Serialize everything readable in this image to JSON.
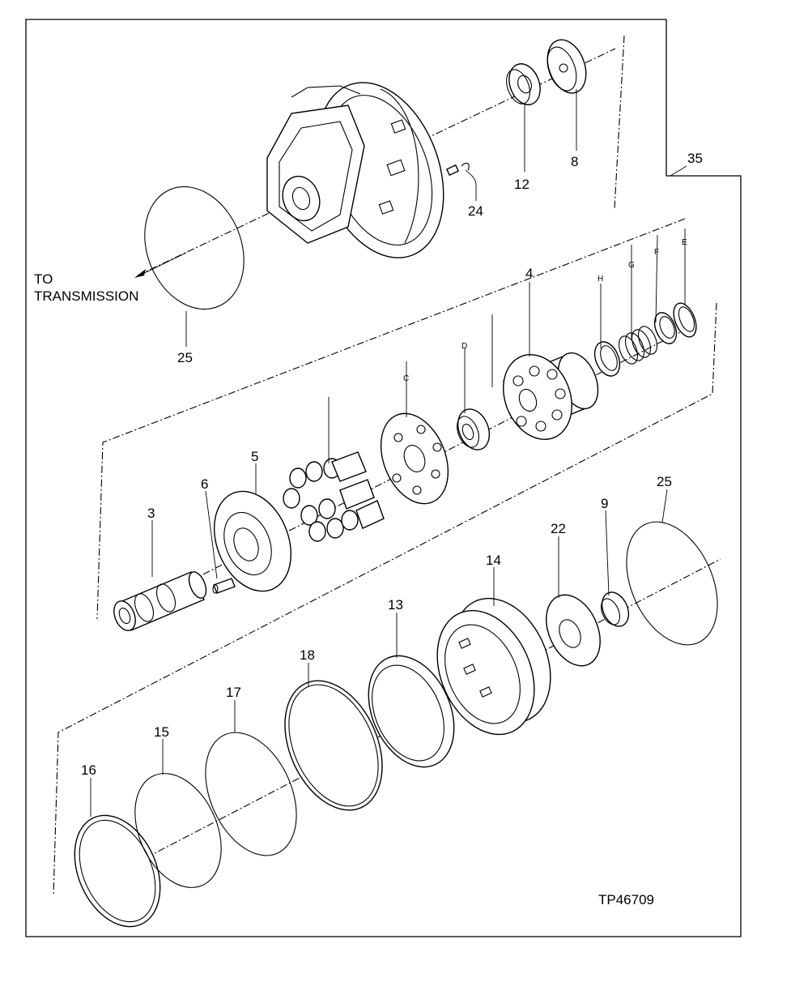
{
  "drawing_id": "TP46709",
  "callouts": {
    "transmission": [
      "TO",
      "TRANSMISSION"
    ],
    "c35": "35",
    "c8": "8",
    "c12": "12",
    "c24": "24",
    "c25_top": "25",
    "c4": "4",
    "c5": "5",
    "c6": "6",
    "c3": "3",
    "c25_mid": "25",
    "c22": "22",
    "c9": "9",
    "c14": "14",
    "c13": "13",
    "c18": "18",
    "c17": "17",
    "c15": "15",
    "c16": "16",
    "small_a": "H",
    "small_b": "G",
    "small_c": "F",
    "small_d": "E",
    "small_e": "D",
    "small_f": "C"
  }
}
